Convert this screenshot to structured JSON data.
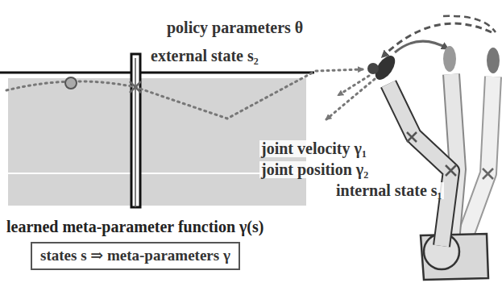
{
  "diagram": {
    "nodes": [
      {
        "text": [
          "learned meta-parameter function γ(s)",
          "states s ⇒ meta-parameters γ"
        ]
      }
    ],
    "labels": [
      "policy parameters θ",
      "external state s₂",
      "joint velocity γ₁",
      "joint position γ₂",
      "internal state s₁"
    ]
  }
}
